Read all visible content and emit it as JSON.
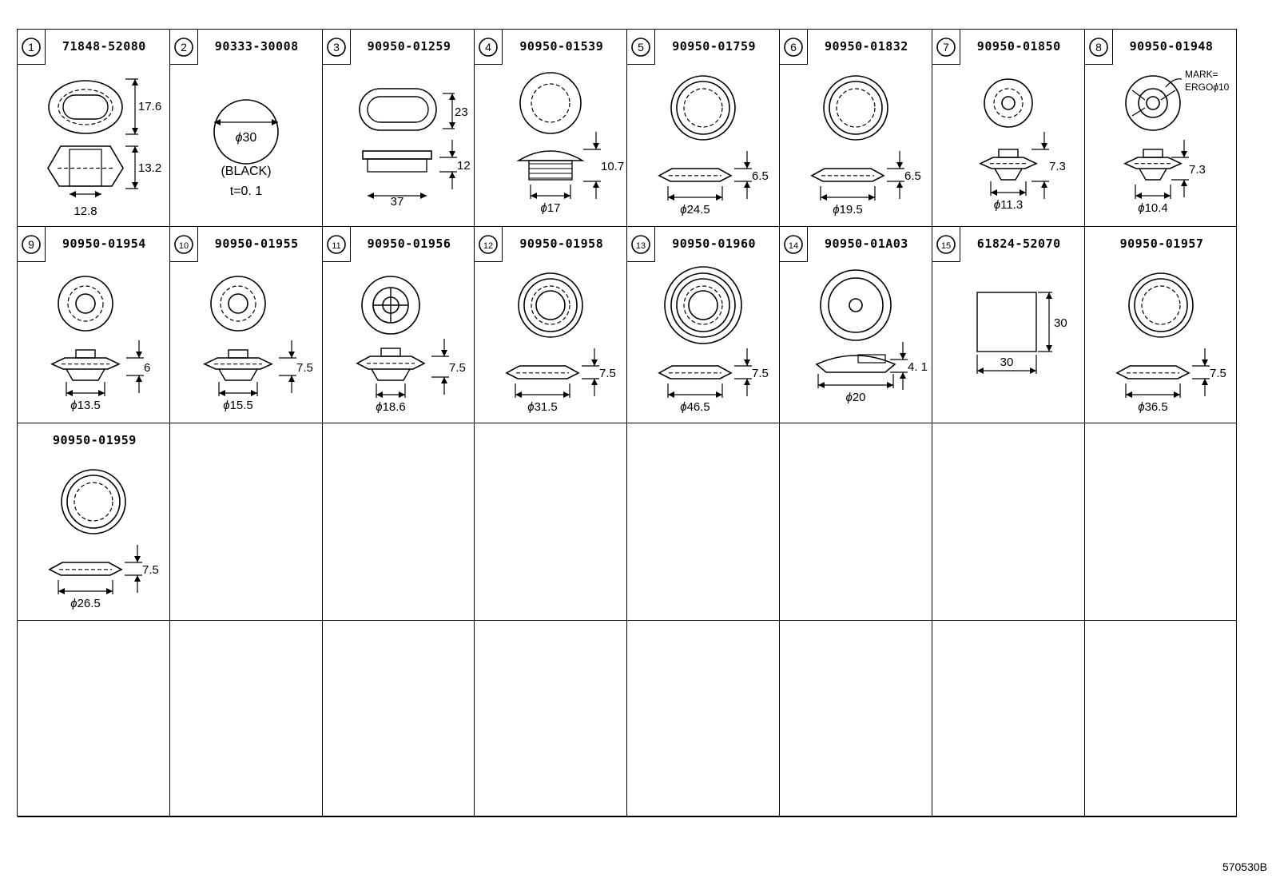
{
  "diagram_code": "570530B",
  "symbols": {
    "diameter": "ϕ"
  },
  "cells": [
    {
      "num": "1",
      "part": "71848-52080",
      "shape": "oval",
      "dims": [
        "17.6",
        "13.2",
        "12.8"
      ]
    },
    {
      "num": "2",
      "part": "90333-30008",
      "shape": "sticker",
      "dims": [
        "30"
      ],
      "notes": [
        "(BLACK)",
        "t=0. 1"
      ]
    },
    {
      "num": "3",
      "part": "90950-01259",
      "shape": "oval2",
      "dims": [
        "23",
        "12",
        "37"
      ]
    },
    {
      "num": "4",
      "part": "90950-01539",
      "shape": "ribbed",
      "dims": [
        "10.7",
        "17"
      ]
    },
    {
      "num": "5",
      "part": "90950-01759",
      "shape": "flat",
      "dims": [
        "6.5",
        "24.5"
      ]
    },
    {
      "num": "6",
      "part": "90950-01832",
      "shape": "flat",
      "dims": [
        "6.5",
        "19.5"
      ]
    },
    {
      "num": "7",
      "part": "90950-01850",
      "shape": "small",
      "dims": [
        "7.3",
        "11.3"
      ]
    },
    {
      "num": "8",
      "part": "90950-01948",
      "shape": "marked",
      "dims": [
        "7.3",
        "10.4"
      ],
      "notes": [
        "MARK=",
        "ERGO",
        "10"
      ]
    },
    {
      "num": "9",
      "part": "90950-01954",
      "shape": "capped",
      "dims": [
        "6",
        "13.5"
      ]
    },
    {
      "num": "10",
      "part": "90950-01955",
      "shape": "capped",
      "dims": [
        "7.5",
        "15.5"
      ]
    },
    {
      "num": "11",
      "part": "90950-01956",
      "shape": "cross",
      "dims": [
        "7.5",
        "18.6"
      ]
    },
    {
      "num": "12",
      "part": "90950-01958",
      "shape": "flat",
      "dims": [
        "7.5",
        "31.5"
      ]
    },
    {
      "num": "13",
      "part": "90950-01960",
      "shape": "flat",
      "dims": [
        "7.5",
        "46.5"
      ]
    },
    {
      "num": "14",
      "part": "90950-01A03",
      "shape": "plug",
      "dims": [
        "4. 1",
        "20"
      ]
    },
    {
      "num": "15",
      "part": "61824-52070",
      "shape": "square",
      "dims": [
        "30",
        "30"
      ]
    },
    {
      "num": "",
      "part": "90950-01957",
      "shape": "flat",
      "dims": [
        "7.5",
        "36.5"
      ]
    },
    {
      "num": "",
      "part": "90950-01959",
      "shape": "flat",
      "dims": [
        "7.5",
        "26.5"
      ]
    }
  ]
}
